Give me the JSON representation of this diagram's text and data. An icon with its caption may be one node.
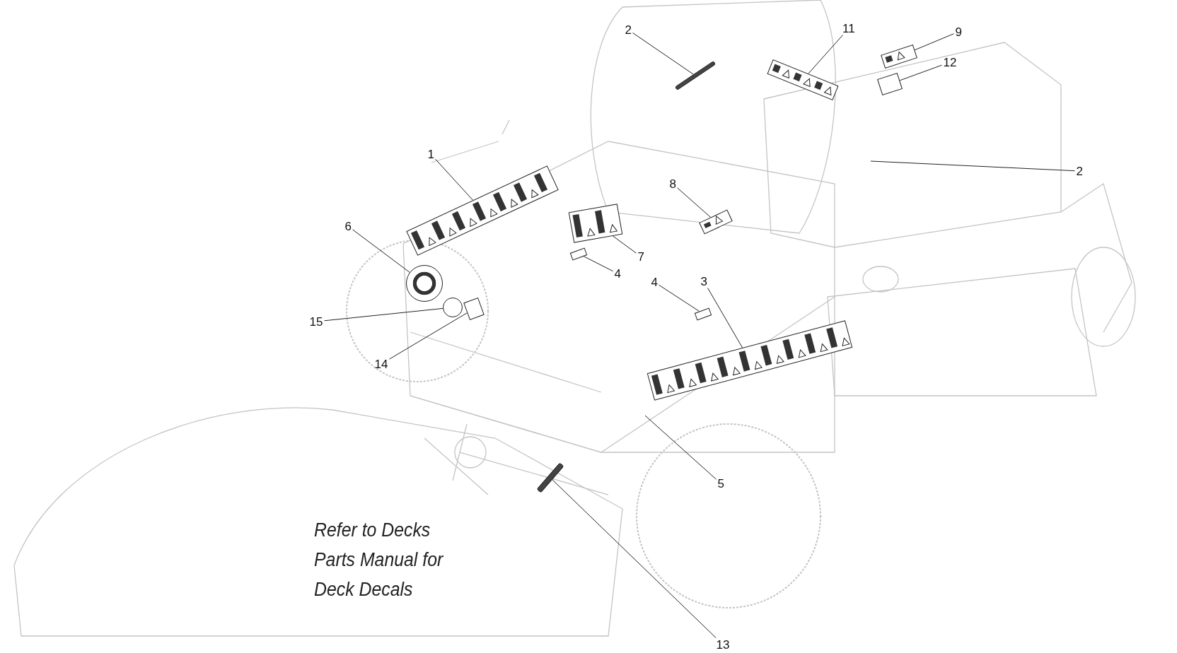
{
  "diagram": {
    "nodes": [
      {
        "text": [
          "2"
        ]
      },
      {
        "text": [],
        "shape": "bar"
      },
      {
        "text": [
          "11"
        ]
      },
      {
        "text": [],
        "shape": "box"
      },
      {
        "text": [
          "9"
        ]
      },
      {
        "text": [],
        "shape": "box"
      },
      {
        "text": [
          "12"
        ]
      },
      {
        "text": [],
        "shape": "box"
      },
      {
        "text": [
          "2"
        ]
      },
      {
        "text": [
          "1"
        ]
      },
      {
        "text": [],
        "shape": "box"
      },
      {
        "text": [
          "8"
        ]
      },
      {
        "text": [],
        "shape": "box"
      },
      {
        "text": [
          "6"
        ]
      },
      {
        "text": [],
        "shape": "circle"
      },
      {
        "text": [
          "7"
        ]
      },
      {
        "text": [],
        "shape": "box"
      },
      {
        "text": [
          "4"
        ]
      },
      {
        "text": [],
        "shape": "box"
      },
      {
        "text": [
          "4"
        ]
      },
      {
        "text": [],
        "shape": "box"
      },
      {
        "text": [
          "3"
        ]
      },
      {
        "text": [],
        "shape": "box"
      },
      {
        "text": [
          "15"
        ]
      },
      {
        "text": [],
        "shape": "circle"
      },
      {
        "text": [
          "14"
        ]
      },
      {
        "text": [],
        "shape": "box"
      },
      {
        "text": [
          "5"
        ]
      },
      {
        "text": [
          "13"
        ]
      },
      {
        "text": [],
        "shape": "bar"
      }
    ],
    "edges": [
      {
        "from": 0,
        "to": 1,
        "arrow": "none"
      },
      {
        "from": 2,
        "to": 3,
        "arrow": "none"
      },
      {
        "from": 4,
        "to": 5,
        "arrow": "none"
      },
      {
        "from": 6,
        "to": 7,
        "arrow": "none"
      },
      {
        "from": 8,
        "to": null,
        "arrow": "none"
      },
      {
        "from": 9,
        "to": 10,
        "arrow": "none"
      },
      {
        "from": 11,
        "to": 12,
        "arrow": "none"
      },
      {
        "from": 13,
        "to": 14,
        "arrow": "none"
      },
      {
        "from": 15,
        "to": 16,
        "arrow": "none"
      },
      {
        "from": 17,
        "to": 18,
        "arrow": "none"
      },
      {
        "from": 19,
        "to": 20,
        "arrow": "none"
      },
      {
        "from": 21,
        "to": 22,
        "arrow": "none"
      },
      {
        "from": 23,
        "to": 24,
        "arrow": "none"
      },
      {
        "from": 25,
        "to": 26,
        "arrow": "none"
      },
      {
        "from": 27,
        "to": null,
        "arrow": "none"
      },
      {
        "from": 28,
        "to": 29,
        "arrow": "none"
      }
    ],
    "labels": [
      "Refer to Decks Parts Manual for Deck Decals"
    ]
  }
}
